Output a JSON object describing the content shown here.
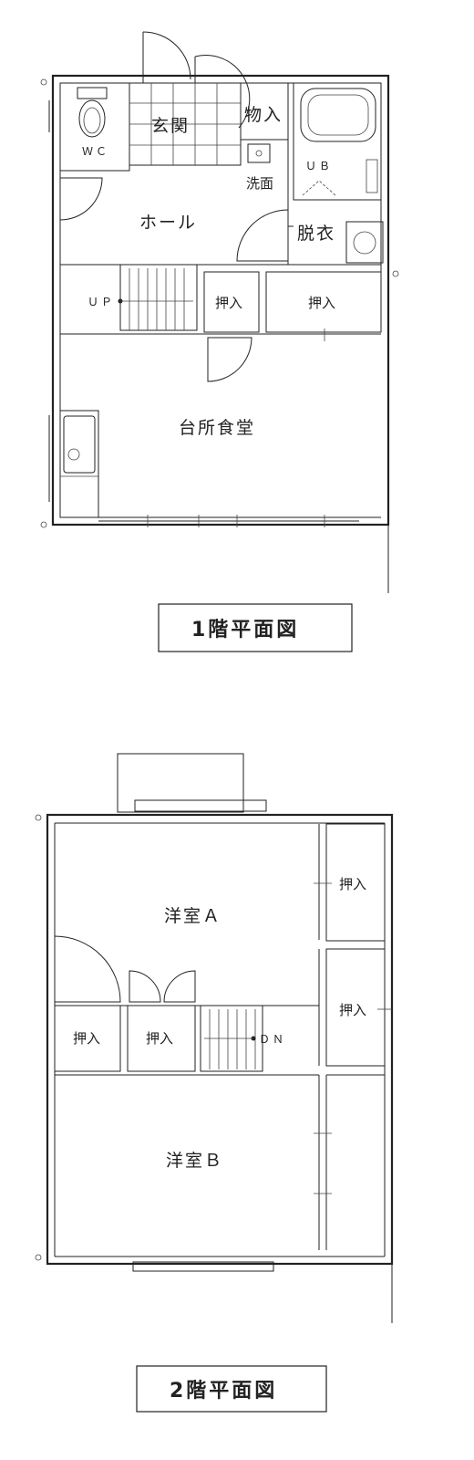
{
  "floor1": {
    "title": "1階平面図",
    "rooms": {
      "entrance": "玄関",
      "storage": "物入",
      "unit_bath": "ＵＢ",
      "toilet": "ＷＣ",
      "washbasin": "洗面",
      "hall": "ホール",
      "dressing": "脱衣",
      "stairs_up": "ＵＰ",
      "closet_1": "押入",
      "closet_2": "押入",
      "kitchen_dining": "台所食堂"
    }
  },
  "floor2": {
    "title": "2階平面図",
    "rooms": {
      "western_a": "洋室Ａ",
      "western_b": "洋室Ｂ",
      "closet_right_1": "押入",
      "closet_right_2": "押入",
      "closet_left": "押入",
      "closet_mid": "押入",
      "stairs_down": "ＤＮ"
    }
  }
}
